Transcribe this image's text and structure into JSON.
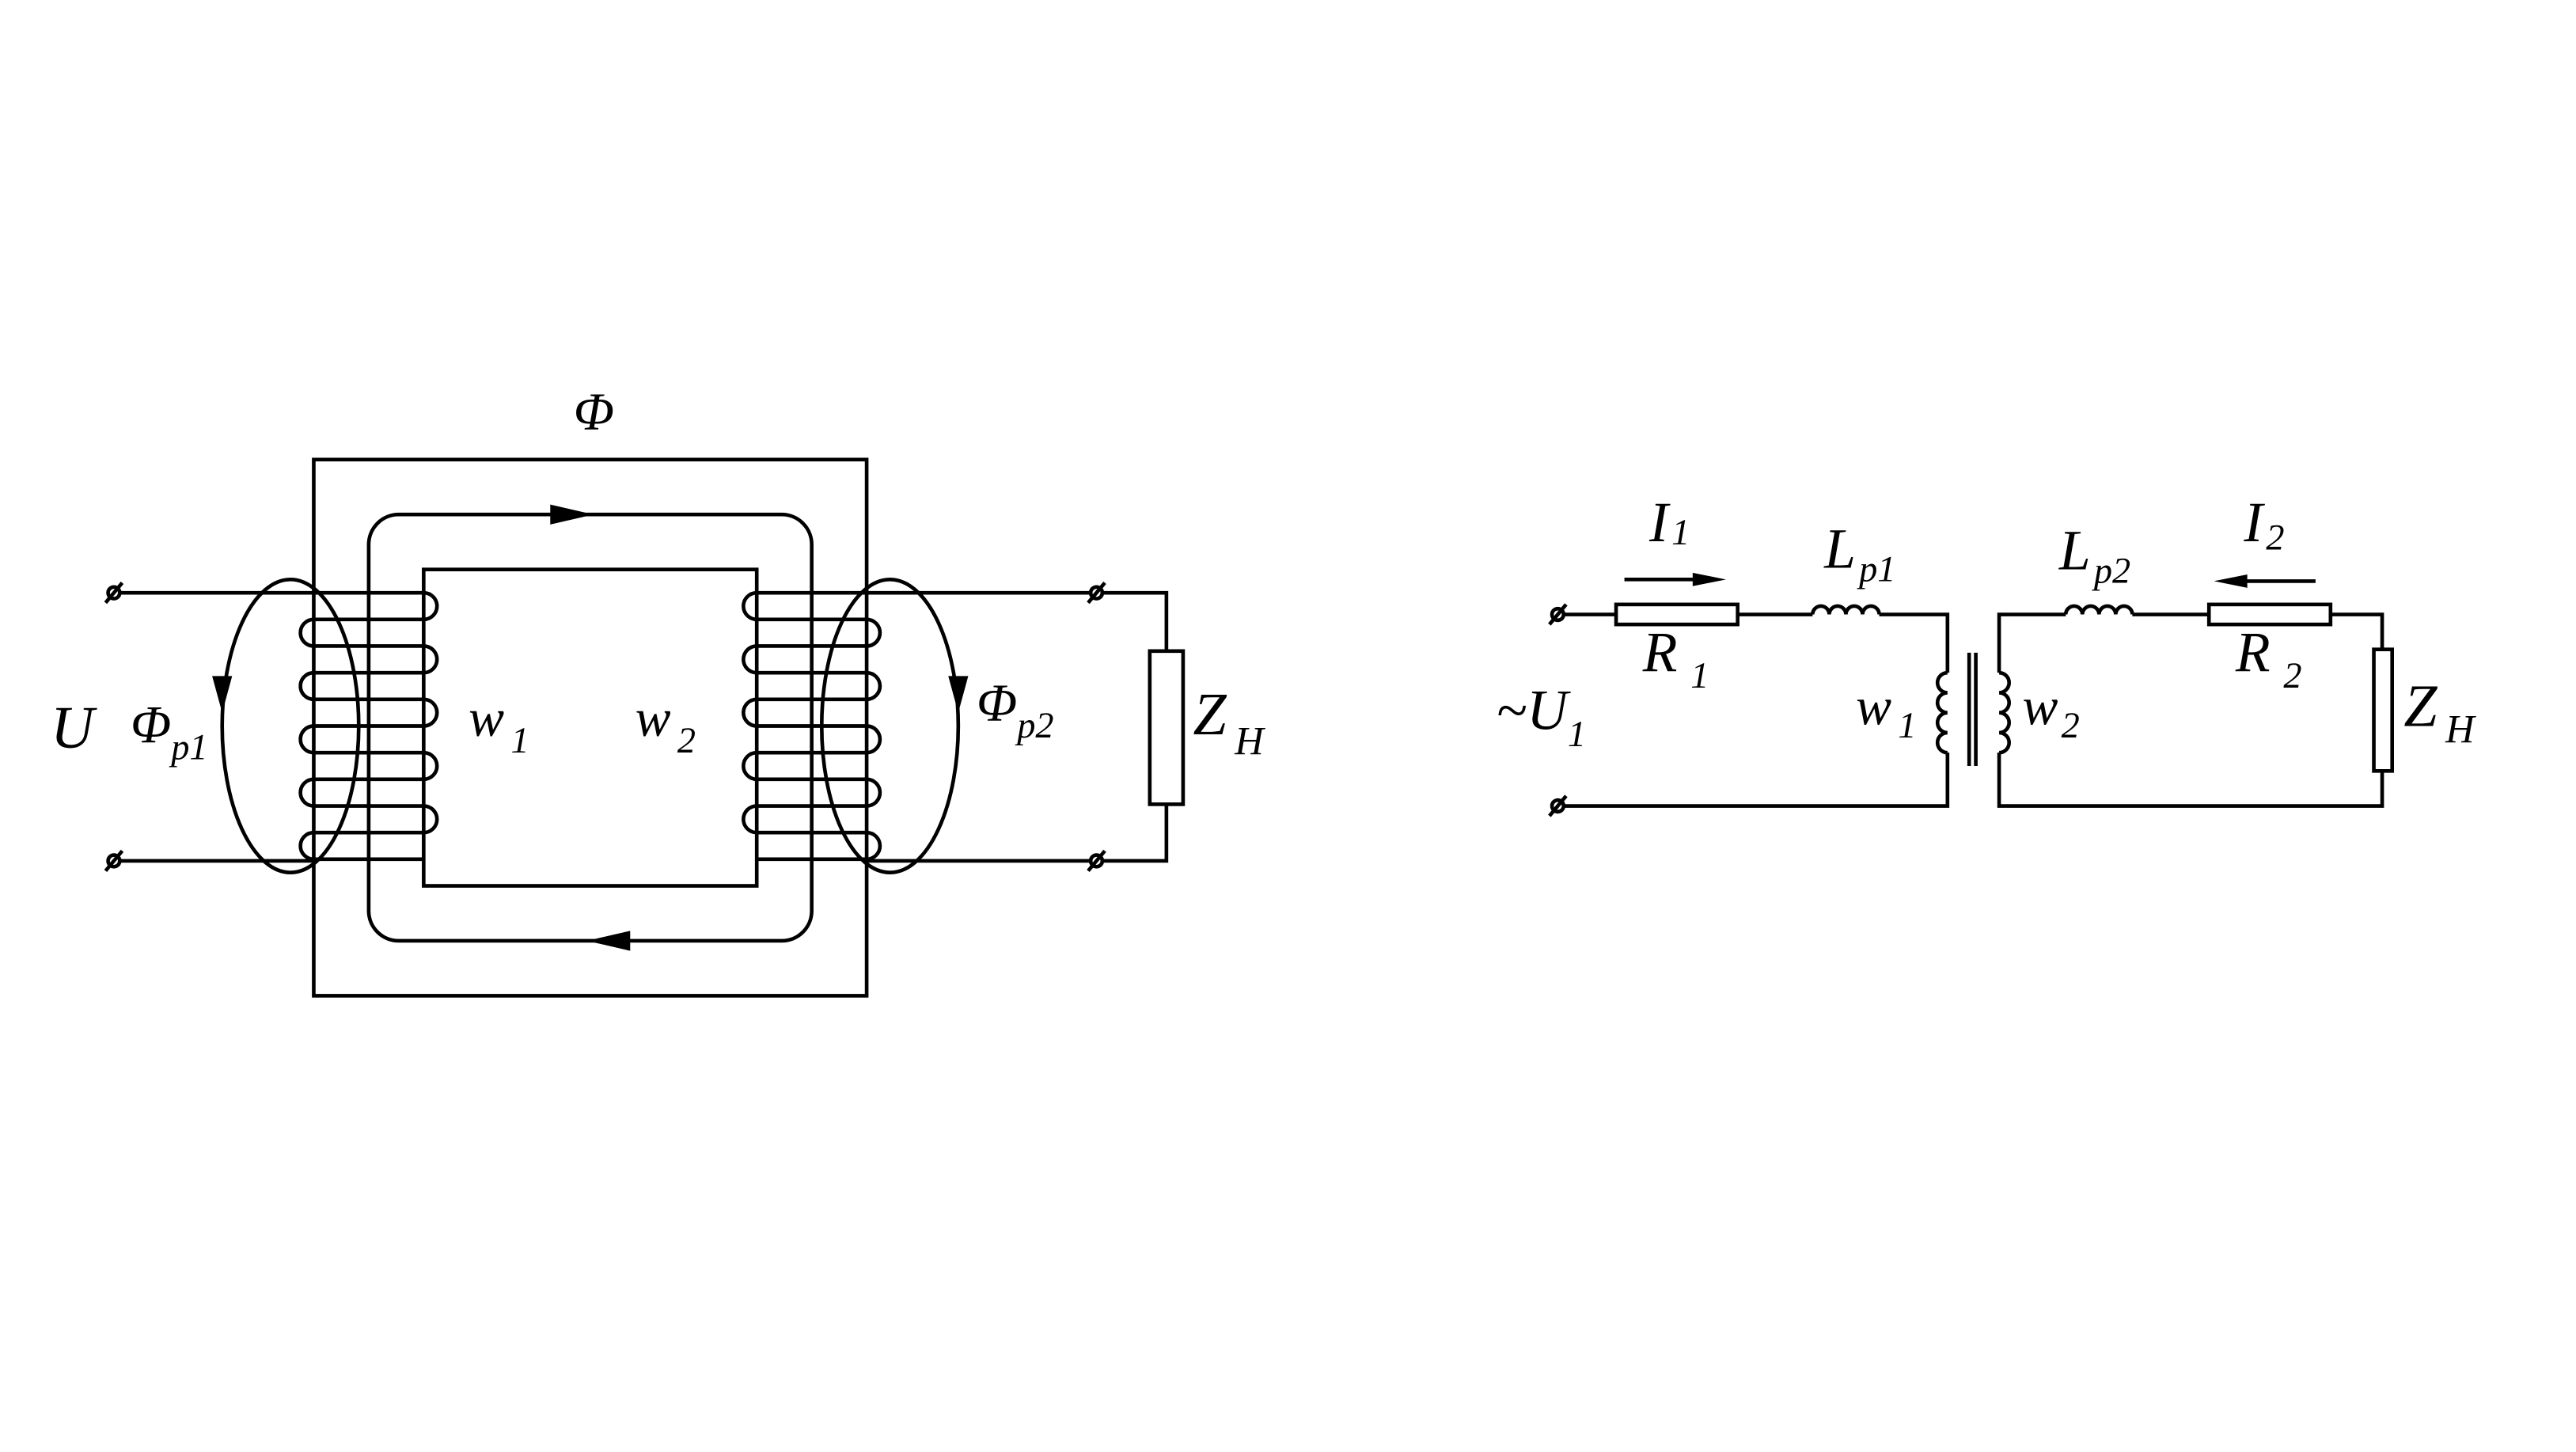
{
  "colors": {
    "line": "#000000",
    "background": "#ffffff"
  },
  "left_diagram": {
    "flux_main": {
      "base": "Φ"
    },
    "voltage": {
      "base": "U"
    },
    "leak_flux_1": {
      "base": "Φ",
      "sub": "p1"
    },
    "leak_flux_2": {
      "base": "Φ",
      "sub": "p2"
    },
    "winding_1": {
      "base": "w",
      "sub": "1"
    },
    "winding_2": {
      "base": "w",
      "sub": "2"
    },
    "load": {
      "base": "Z",
      "sub": "H"
    }
  },
  "right_diagram": {
    "source": {
      "base": "~U",
      "sub": "1"
    },
    "current_1": {
      "base": "I",
      "sub": "1"
    },
    "current_2": {
      "base": "I",
      "sub": "2"
    },
    "resistor_1": {
      "base": "R",
      "sub": "1"
    },
    "resistor_2": {
      "base": "R",
      "sub": "2"
    },
    "leak_inductance_1": {
      "base": "L",
      "sub": "p1"
    },
    "leak_inductance_2": {
      "base": "L",
      "sub": "p2"
    },
    "winding_1": {
      "base": "w",
      "sub": "1"
    },
    "winding_2": {
      "base": "w",
      "sub": "2"
    },
    "load": {
      "base": "Z",
      "sub": "H"
    }
  }
}
